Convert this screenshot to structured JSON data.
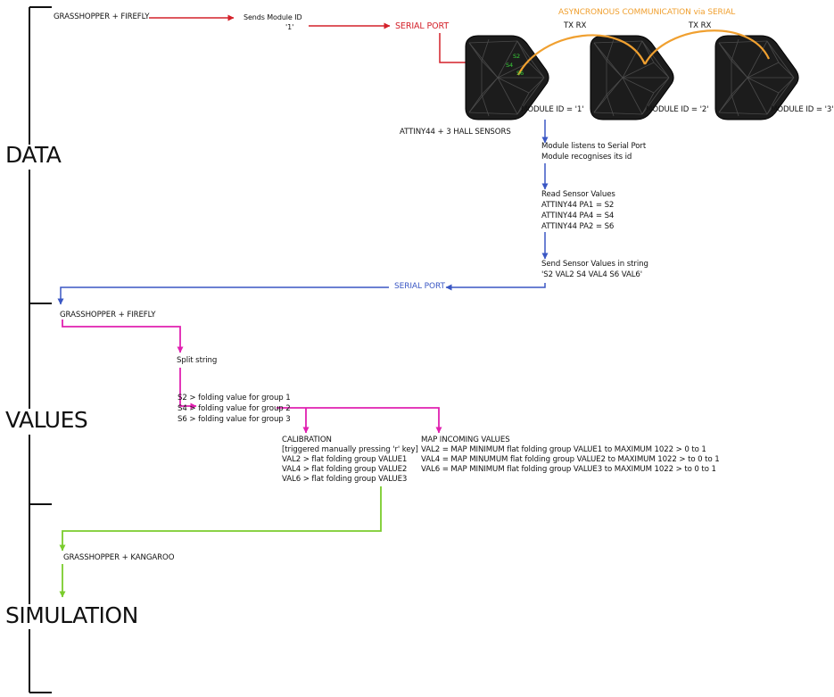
{
  "sections": {
    "data": "DATA",
    "values": "VALUES",
    "simulation": "SIMULATION"
  },
  "top_flow": {
    "source": "GRASSHOPPER + FIREFLY",
    "send_line1": "Sends Module ID",
    "send_line2": "'1'",
    "serial_port": "SERIAL PORT",
    "async_title": "ASYNCRONOUS COMMUNICATION via SERIAL",
    "txrx_1": "TX RX",
    "txrx_2": "TX RX",
    "hardware": "ATTINY44 + 3 HALL SENSORS",
    "sensor_labels": [
      "S2",
      "S4",
      "S6"
    ]
  },
  "modules": [
    {
      "label": "MODULE ID = '1'"
    },
    {
      "label": "MODULE ID = '2'"
    },
    {
      "label": "MODULE ID = '3'"
    }
  ],
  "module_steps": {
    "listen": [
      "Module  listens to Serial Port",
      "Module recognises its id"
    ],
    "read": [
      "Read Sensor Values",
      "ATTINY44 PA1  =  S2",
      "ATTINY44 PA4  =  S4",
      "ATTINY44 PA2  =  S6"
    ],
    "send": [
      "Send Sensor Values in string",
      "'S2 VAL2 S4 VAL4 S6 VAL6'"
    ],
    "serial_port_return": "SERIAL PORT"
  },
  "values_flow": {
    "source": "GRASSHOPPER + FIREFLY",
    "split": "Split string",
    "groups": [
      "S2 > folding value  for group 1",
      "S4 > folding value for group 2",
      "S6 > folding value for group 3"
    ],
    "calibration": [
      "CALIBRATION",
      "[triggered manually pressing 'r' key]",
      "VAL2 > flat folding group VALUE1",
      "VAL4 > flat folding group VALUE2",
      "VAL6 > flat folding group VALUE3"
    ],
    "map": [
      "MAP INCOMING VALUES",
      "VAL2 = MAP MINIMUM flat folding group VALUE1 to MAXIMUM 1022 >  0 to 1",
      "VAL4 = MAP MINUMUM flat folding group VALUE2 to MAXIMUM 1022 > to 0 to 1",
      "VAL6 = MAP MINIMUM flat folding group VALUE3 to MAXIMUM 1022 > to 0 to 1"
    ]
  },
  "simulation_flow": {
    "source": "GRASSHOPPER + KANGAROO"
  },
  "colors": {
    "red": "#d4212a",
    "blue": "#3a57c4",
    "magenta": "#e020b0",
    "green": "#7acc2c",
    "orange": "#f0a030",
    "module": "#1c1c1c",
    "sensor": "#3ad13a"
  }
}
